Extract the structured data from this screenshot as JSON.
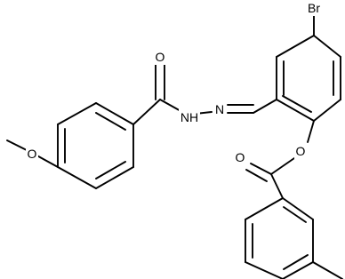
{
  "molecule": {
    "atom_labels": {
      "bromine": "Br",
      "carbonyl_oxygen_1": "O",
      "amide_nh": "NH",
      "imine_n": "N",
      "ester_oxygen": "O",
      "carbonyl_oxygen_2": "O",
      "methoxy_oxygen": "O"
    },
    "colors": {
      "bond": "#000000",
      "label": "#000000",
      "background": "#ffffff"
    }
  }
}
